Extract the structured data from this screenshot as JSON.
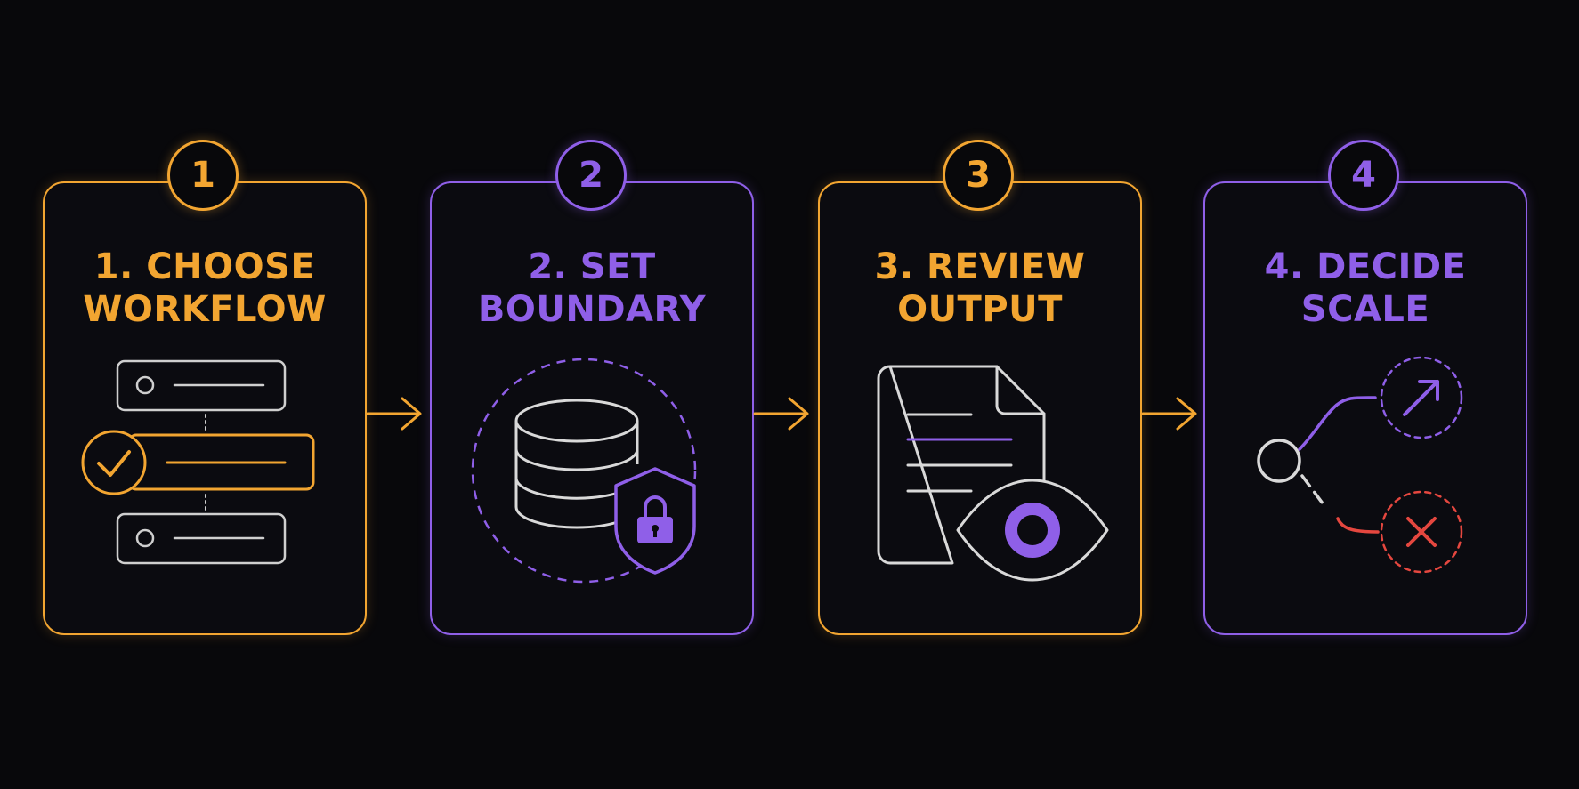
{
  "steps": [
    {
      "number": "1",
      "title_line1": "1. CHOOSE",
      "title_line2": "WORKFLOW"
    },
    {
      "number": "2",
      "title_line1": "2. SET",
      "title_line2": "BOUNDARY"
    },
    {
      "number": "3",
      "title_line1": "3. REVIEW",
      "title_line2": "OUTPUT"
    },
    {
      "number": "4",
      "title_line1": "4. DECIDE",
      "title_line2": "SCALE"
    }
  ],
  "icons": {
    "step1": [
      "list-item-icon",
      "check-circle-icon",
      "list-item-icon"
    ],
    "step2": [
      "database-icon",
      "shield-lock-icon",
      "dashed-boundary-circle-icon"
    ],
    "step3": [
      "document-icon",
      "eye-icon"
    ],
    "step4": [
      "branch-node-icon",
      "arrow-up-right-icon",
      "x-icon"
    ]
  },
  "colors": {
    "background": "#08080b",
    "orange": "#f2a531",
    "purple": "#8f5fe8",
    "red": "#e5473f",
    "gray": "#d9d9d9"
  }
}
